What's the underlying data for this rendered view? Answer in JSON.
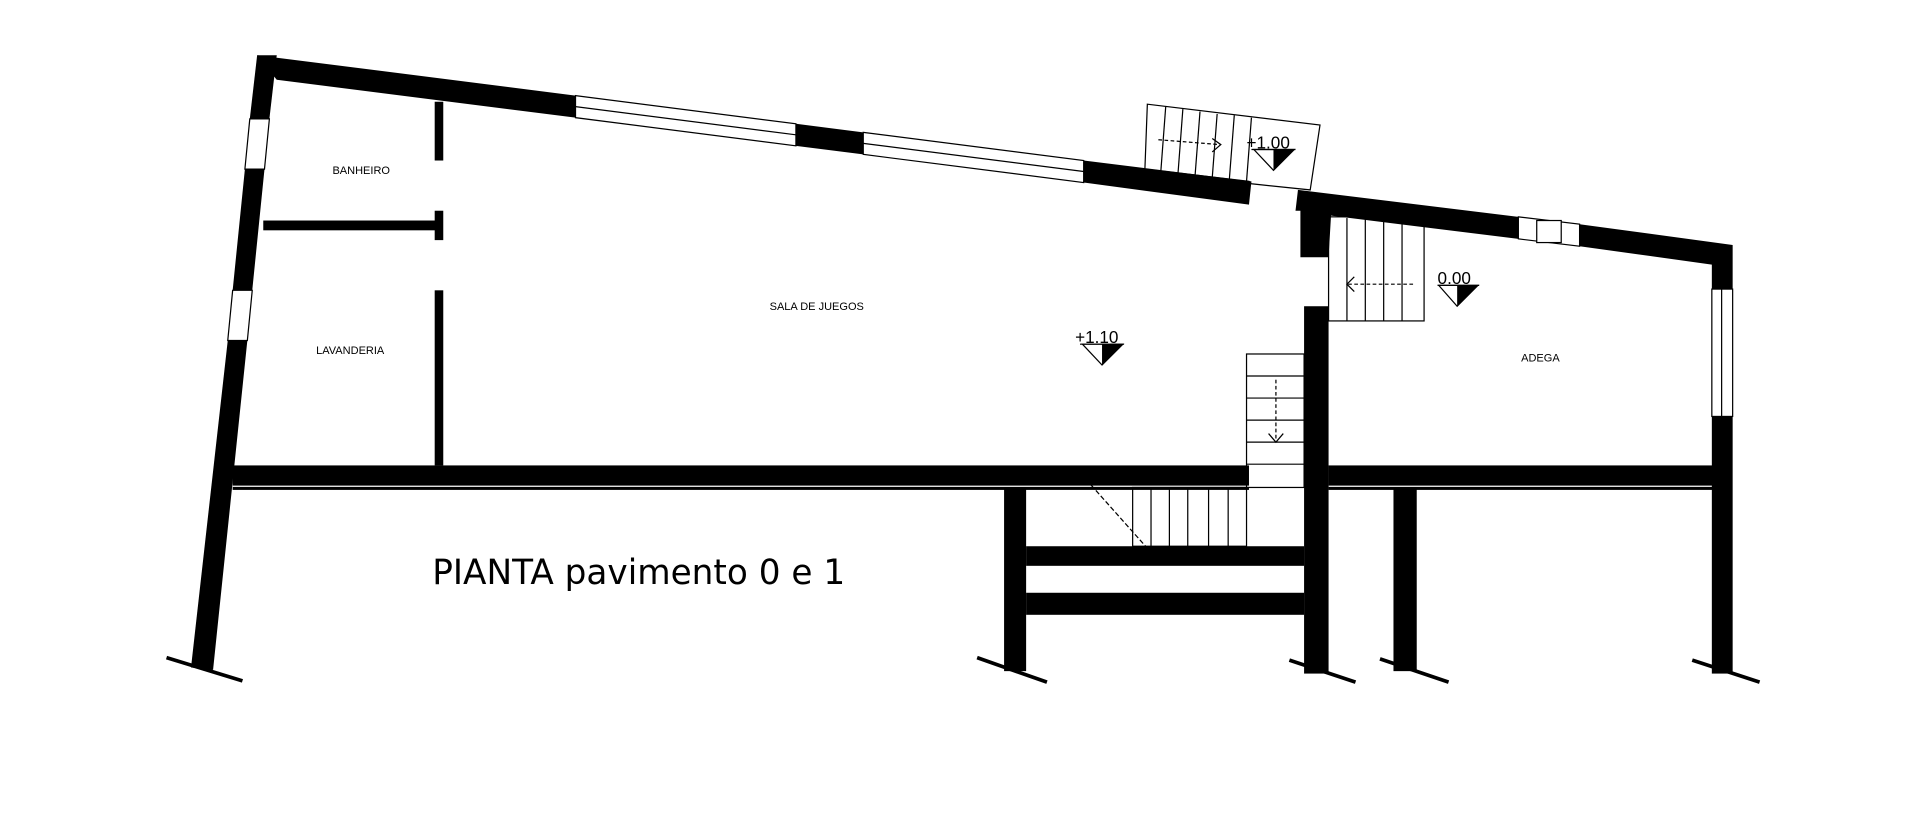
{
  "drawing": {
    "title": "PIANTA pavimento 0 e 1",
    "rooms": [
      {
        "name": "BANHEIRO"
      },
      {
        "name": "LAVANDERIA"
      },
      {
        "name": "SALA DE JUEGOS"
      },
      {
        "name": "ADEGA"
      }
    ],
    "levels": [
      {
        "value": "+1.10"
      },
      {
        "value": "+1.00"
      },
      {
        "value": "0.00"
      }
    ],
    "colors": {
      "line": "#000000",
      "background": "#ffffff"
    }
  }
}
